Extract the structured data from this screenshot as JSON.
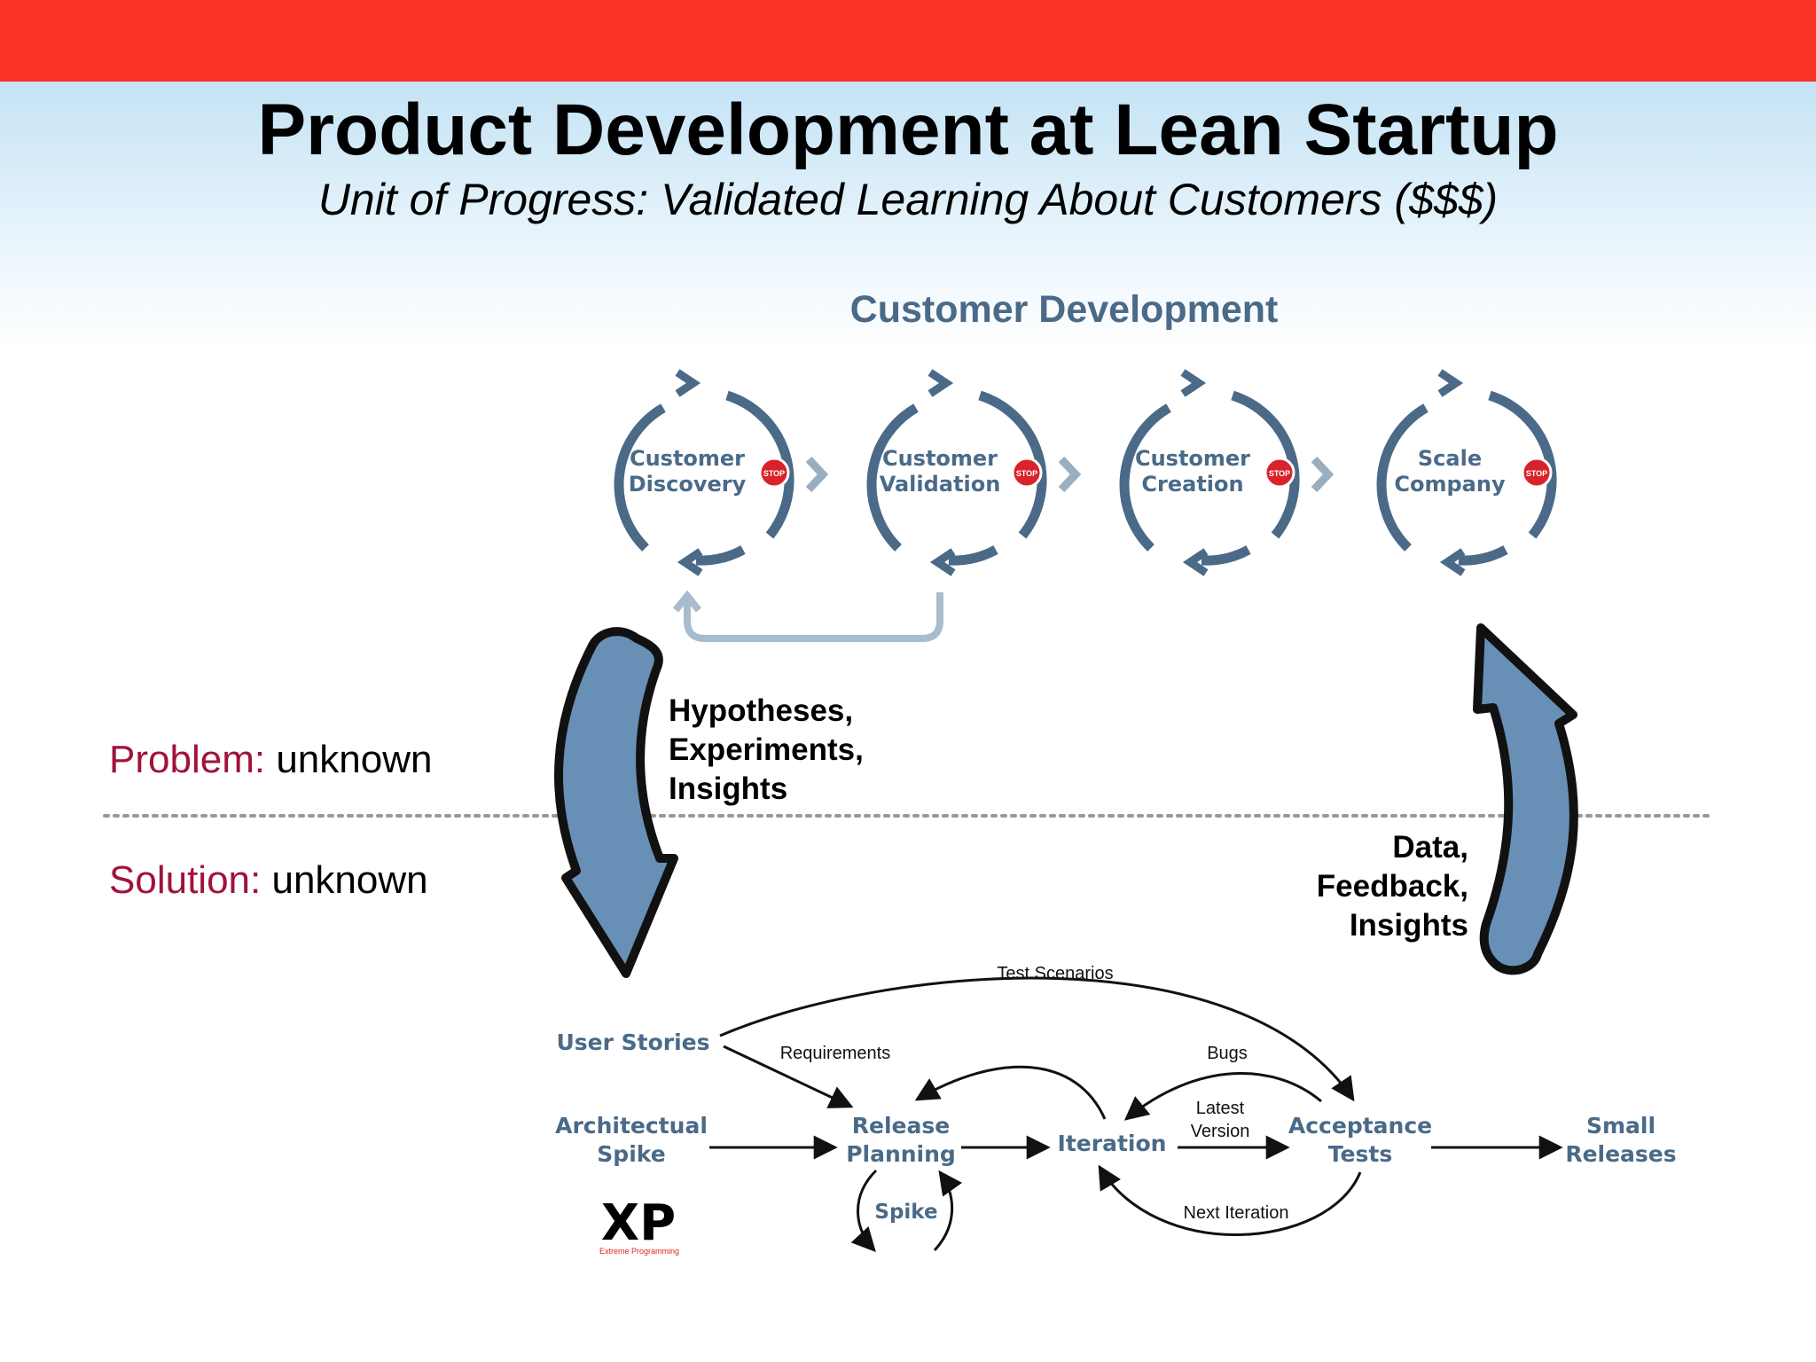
{
  "slide": {
    "title": "Product Development at Lean Startup",
    "subtitle": "Unit of Progress: Validated Learning About Customers ($$$)"
  },
  "customer_development": {
    "title": "Customer Development",
    "stages": [
      {
        "line1": "Customer",
        "line2": "Discovery"
      },
      {
        "line1": "Customer",
        "line2": "Validation"
      },
      {
        "line1": "Customer",
        "line2": "Creation"
      },
      {
        "line1": "Scale",
        "line2": "Company"
      }
    ],
    "stop_label": "STOP"
  },
  "left_labels": {
    "problem_key": "Problem:",
    "problem_value": "unknown",
    "solution_key": "Solution:",
    "solution_value": "unknown"
  },
  "callouts": {
    "down": [
      "Hypotheses,",
      "Experiments,",
      "Insights"
    ],
    "up": [
      "Data,",
      "Feedback,",
      "Insights"
    ]
  },
  "xp": {
    "nodes": {
      "user_stories": "User Stories",
      "arch_line1": "Architectual",
      "arch_line2": "Spike",
      "release_line1": "Release",
      "release_line2": "Planning",
      "iteration": "Iteration",
      "acceptance_line1": "Acceptance",
      "acceptance_line2": "Tests",
      "small_line1": "Small",
      "small_line2": "Releases",
      "spike": "Spike"
    },
    "edges": {
      "test_scenarios": "Test Scenarios",
      "requirements": "Requirements",
      "bugs": "Bugs",
      "latest_line1": "Latest",
      "latest_line2": "Version",
      "next_iteration": "Next Iteration"
    },
    "logo_text": "XP",
    "logo_caption": "Extreme Programming"
  },
  "colors": {
    "header_red": "#f93424",
    "cd_ring": "#4a6a88",
    "arrow_fill": "#6890b6",
    "label_key": "#a1123a",
    "stop_red": "#d9232b"
  }
}
